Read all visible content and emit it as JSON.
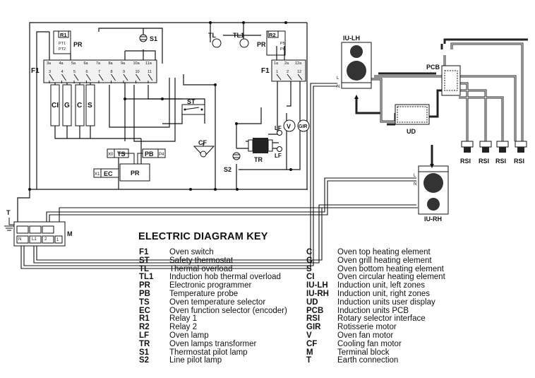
{
  "labels": {
    "F1_left": "F1",
    "F1_right": "F1",
    "R1": "R1",
    "R2": "R2",
    "PR_top_left": "PR",
    "PR_top_right": "PR",
    "PR_box": "PR",
    "PT1": "PT1",
    "PT2": "PT2",
    "P5": "P5",
    "P6": "P6",
    "S1": "S1",
    "S2": "S2",
    "TL": "TL",
    "TL1": "TL1",
    "ST": "ST",
    "CF": "CF",
    "TR": "TR",
    "LF_top": "LF",
    "LF_bottom": "LF",
    "V": "V",
    "GIR": "GIR",
    "CI": "CI",
    "G": "G",
    "C": "C",
    "S": "S",
    "TS": "TS",
    "PB": "PB",
    "EC": "EC",
    "X0": "X0",
    "P4": "P4",
    "X1": "X1",
    "T": "T",
    "M": "M",
    "IU_LH": "IU-LH",
    "IU_RH": "IU-RH",
    "PCB": "PCB",
    "UD": "UD",
    "RSI": [
      "RSI",
      "RSI",
      "RSI",
      "RSI"
    ],
    "L_left": "L",
    "N_left": "N",
    "L_right": "L",
    "N_right": "N",
    "terminals_left": [
      "3a",
      "4a",
      "5a",
      "6a",
      "7a",
      "8a",
      "9a",
      "10a",
      "11a"
    ],
    "terminals_left_bottom": [
      "3",
      "4",
      "5",
      "6",
      "7",
      "8",
      "9",
      "10",
      "11"
    ],
    "terminals_right": [
      "1a",
      "2a",
      "12a"
    ],
    "terminals_right_bottom": [
      "1",
      "2",
      "12"
    ],
    "M_terminals": [
      "N",
      "L1",
      "2",
      "1"
    ]
  },
  "key": {
    "title": "ELECTRIC DIAGRAM KEY",
    "left": [
      {
        "code": "F1",
        "desc": "Oven switch"
      },
      {
        "code": "ST",
        "desc": "Safety thermostat"
      },
      {
        "code": "TL",
        "desc": "Thermal overload"
      },
      {
        "code": "TL1",
        "desc": "Induction hob thermal overload"
      },
      {
        "code": "PR",
        "desc": "Electronic programmer"
      },
      {
        "code": "PB",
        "desc": "Temperature probe"
      },
      {
        "code": "TS",
        "desc": "Oven temperature selector"
      },
      {
        "code": "EC",
        "desc": "Oven function selector (encoder)"
      },
      {
        "code": "R1",
        "desc": "Relay 1"
      },
      {
        "code": "R2",
        "desc": "Relay 2"
      },
      {
        "code": "LF",
        "desc": "Oven lamp"
      },
      {
        "code": "TR",
        "desc": "Oven lamps transformer"
      },
      {
        "code": "S1",
        "desc": "Thermostat pilot lamp"
      },
      {
        "code": "S2",
        "desc": "Line pilot lamp"
      }
    ],
    "right": [
      {
        "code": "C",
        "desc": "Oven top heating element"
      },
      {
        "code": "G",
        "desc": "Oven grill heating element"
      },
      {
        "code": "S",
        "desc": "Oven bottom heating element"
      },
      {
        "code": "CI",
        "desc": "Oven circular heating element"
      },
      {
        "code": "IU-LH",
        "desc": "Induction unit, left zones"
      },
      {
        "code": "IU-RH",
        "desc": "Induction unit, right zones"
      },
      {
        "code": "UD",
        "desc": "Induction units user display"
      },
      {
        "code": "PCB",
        "desc": "Induction units PCB"
      },
      {
        "code": "RSI",
        "desc": "Rotary selector interface"
      },
      {
        "code": "GIR",
        "desc": "Rotisserie motor"
      },
      {
        "code": "V",
        "desc": "Oven fan motor"
      },
      {
        "code": "CF",
        "desc": "Cooling fan motor"
      },
      {
        "code": "M",
        "desc": "Terminal block"
      },
      {
        "code": "T",
        "desc": "Earth connection"
      }
    ]
  }
}
